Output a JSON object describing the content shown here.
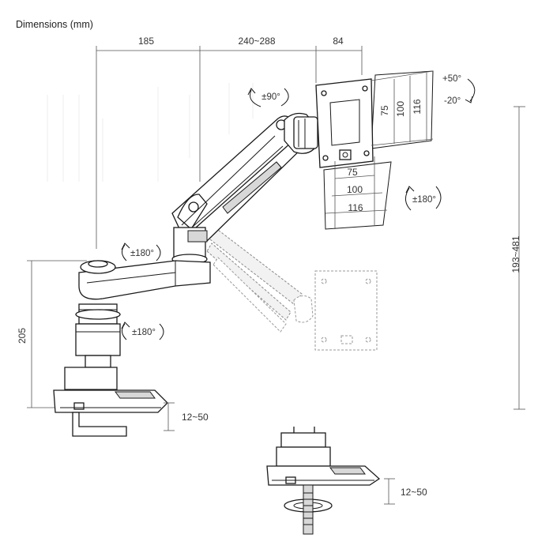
{
  "title": "Dimensions (mm)",
  "dimensions": {
    "top_arm_left": "185",
    "top_arm_middle": "240~288",
    "top_head": "84",
    "height_total": "193~481",
    "height_base": "205",
    "clamp_range_1": "12~50",
    "clamp_range_2": "12~50"
  },
  "vesa": {
    "right_75": "75",
    "right_100": "100",
    "right_116": "116",
    "bottom_75": "75",
    "bottom_100": "100",
    "bottom_116": "116"
  },
  "rotations": {
    "head_rotate": "±90°",
    "tilt_up": "+50°",
    "tilt_down": "-20°",
    "swivel_head": "±180°",
    "swivel_arm": "±180°",
    "swivel_pole": "±180°"
  }
}
